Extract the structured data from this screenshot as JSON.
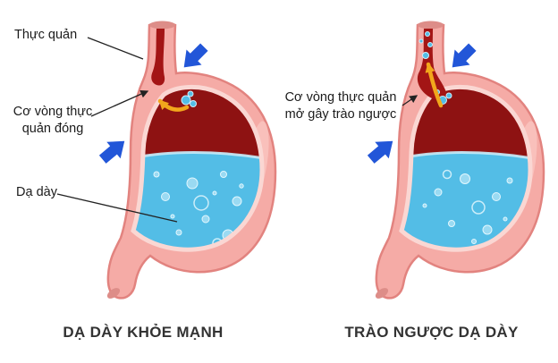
{
  "colors": {
    "pink": "#f5aba6",
    "pink-dark": "#e2837f",
    "pink-rim": "#fad7d3",
    "pink-open": "#dd8d88",
    "pink-hl": "#fbcfc9",
    "red": "#8e1212",
    "red-channel": "#a31515",
    "blue": "#53bde6",
    "blue-light": "#9fdcf3",
    "blue-wave": "#c9ecf9",
    "arrow-blue": "#2256d8",
    "arrow-yellow": "#f2a71c",
    "text": "#1b1b1b",
    "caption": "#333333",
    "line": "#222222"
  },
  "left": {
    "caption": "DẠ DÀY KHỎE MẠNH",
    "esophagus_label": "Thực quản",
    "sphincter_label": "Cơ vòng thực\nquản đóng",
    "stomach_label": "Dạ dày"
  },
  "right": {
    "caption": "TRÀO NGƯỢC DẠ DÀY",
    "sphincter_label": "Cơ vòng thực quản\nmở gây trào ngược"
  }
}
